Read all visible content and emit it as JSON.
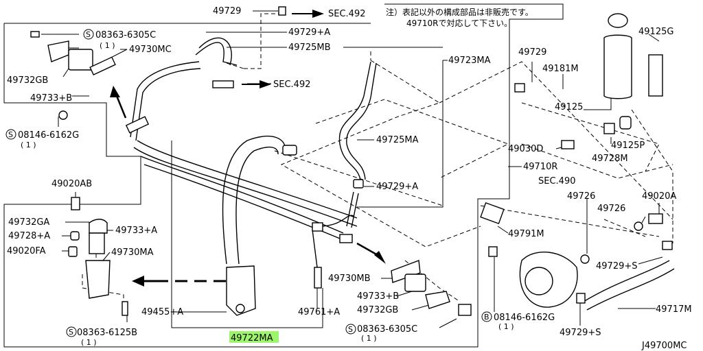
{
  "labels": {
    "p49729_top": "49729",
    "sec492_top": "SEC.492",
    "note_line1": "注）表記以外の構成部品は非販売です。",
    "note_line2": "49710Rで対応して下さい。",
    "p49729A_top": "49729+A",
    "p49725MB": "49725MB",
    "p49723MA": "49723MA",
    "s08363_6305C_top": "08363-6305C",
    "qty1_a": "( 1 )",
    "p49730MC": "49730MC",
    "p49732GB_left": "49732GB",
    "p49733B_left": "49733+B",
    "sec492_mid": "SEC.492",
    "s08146_6162G_left": "08146-6162G",
    "qty1_b": "( 1 )",
    "p49725MA": "49725MA",
    "p49729A_mid": "49729+A",
    "p49020AB": "49020AB",
    "p49732GA": "49732GA",
    "p49733A": "49733+A",
    "p49728A": "49728+A",
    "p49020FA": "49020FA",
    "p49730MA": "49730MA",
    "s08363_6125B": "08363-6125B",
    "qty1_c": "( 1 )",
    "p49455A": "49455+A",
    "p49722MA": "49722MA",
    "p49761A": "49761+A",
    "p49730MB": "49730MB",
    "p49733B_right": "49733+B",
    "p49732GB_right": "49732GB",
    "s08363_6305C_bottom": "08363-6305C",
    "qty1_d": "( 1 )",
    "p49729_right": "49729",
    "p49181M": "49181M",
    "p49125": "49125",
    "p49125G": "49125G",
    "p49030D": "49030D",
    "p49125P": "49125P",
    "p49728M": "49728M",
    "p49710R": "49710R",
    "sec490": "SEC.490",
    "p49726_a": "49726",
    "p49726_b": "49726",
    "p49020A": "49020A",
    "p49791M": "49791M",
    "p49729S_top": "49729+S",
    "b08146_6162G": "08146-6162G",
    "qty1_e": "( 1 )",
    "p49717M": "49717M",
    "p49729S_bottom": "49729+S",
    "ref_code": "J49700MC"
  },
  "symbols": {
    "s_circle": "S",
    "b_circle": "B"
  },
  "colors": {
    "highlight": "#9df56b",
    "ink": "#000000"
  }
}
